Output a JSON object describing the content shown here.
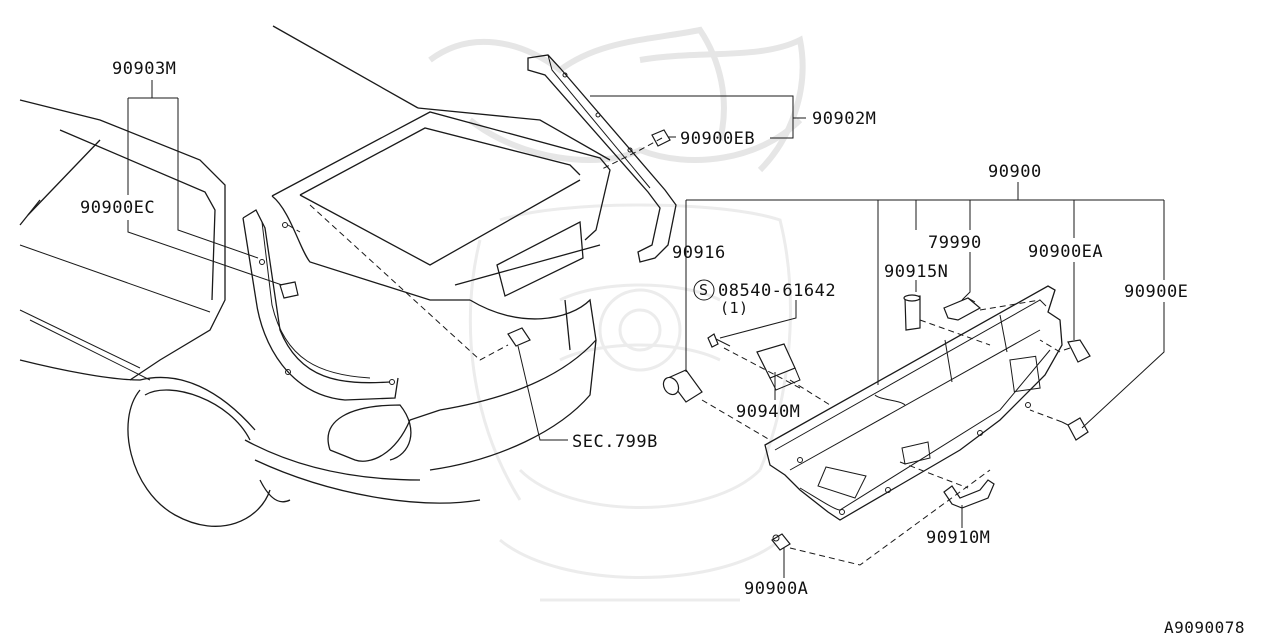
{
  "diagram": {
    "watermark": "samurai-mask-watermark",
    "image_code": "A9090078",
    "labels": {
      "p90903M": "90903M",
      "p90900EC": "90900EC",
      "p90902M": "90902M",
      "p90900EB": "90900EB",
      "p90900": "90900",
      "p90916": "90916",
      "p79990": "79990",
      "p90900EA": "90900EA",
      "p90915N": "90915N",
      "bolt": "08540-61642",
      "bolt_qty": "(1)",
      "bolt_symbol": "S",
      "p90900E": "90900E",
      "p90940M": "90940M",
      "sec799B": "SEC.799B",
      "p90910M": "90910M",
      "p90900A": "90900A"
    }
  }
}
